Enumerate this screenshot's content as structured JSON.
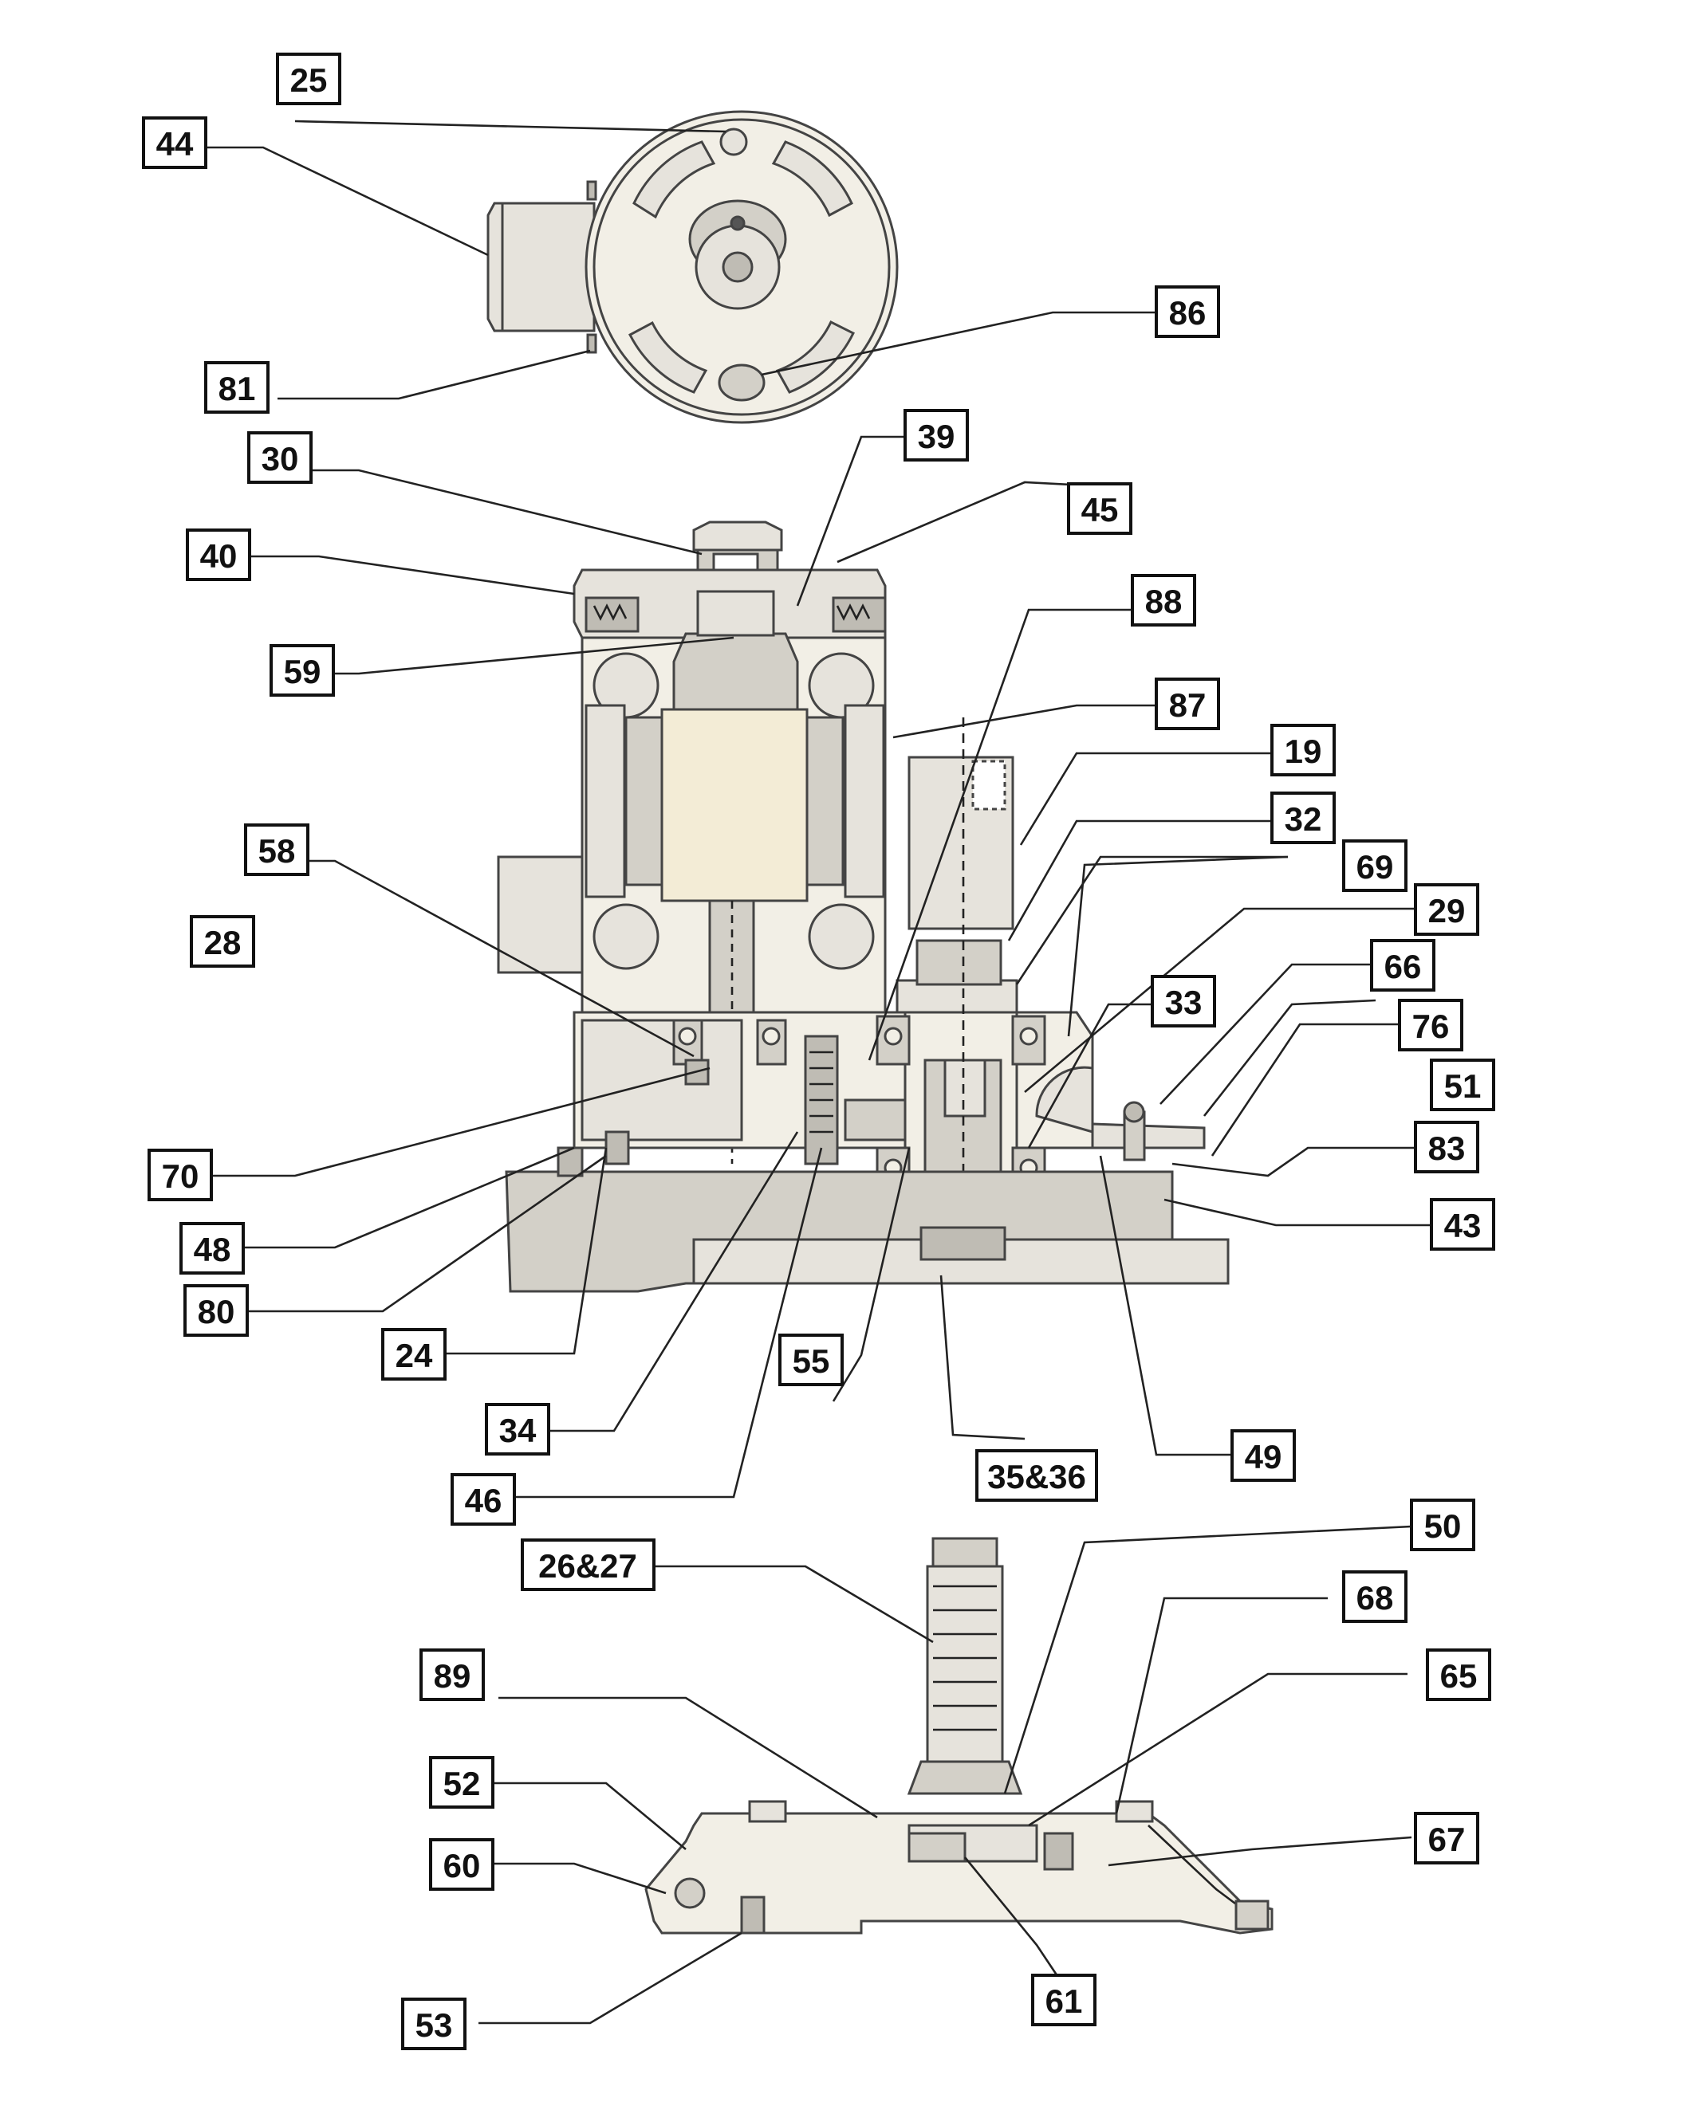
{
  "callouts": [
    {
      "id": "c25",
      "text": "25"
    },
    {
      "id": "c44",
      "text": "44"
    },
    {
      "id": "c86",
      "text": "86"
    },
    {
      "id": "c81",
      "text": "81"
    },
    {
      "id": "c39",
      "text": "39"
    },
    {
      "id": "c30",
      "text": "30"
    },
    {
      "id": "c45",
      "text": "45"
    },
    {
      "id": "c40",
      "text": "40"
    },
    {
      "id": "c88",
      "text": "88"
    },
    {
      "id": "c59",
      "text": "59"
    },
    {
      "id": "c87",
      "text": "87"
    },
    {
      "id": "c19",
      "text": "19"
    },
    {
      "id": "c32",
      "text": "32"
    },
    {
      "id": "c58",
      "text": "58"
    },
    {
      "id": "c69",
      "text": "69"
    },
    {
      "id": "c29",
      "text": "29"
    },
    {
      "id": "c28",
      "text": "28"
    },
    {
      "id": "c66",
      "text": "66"
    },
    {
      "id": "c33",
      "text": "33"
    },
    {
      "id": "c76",
      "text": "76"
    },
    {
      "id": "c51",
      "text": "51"
    },
    {
      "id": "c83",
      "text": "83"
    },
    {
      "id": "c70",
      "text": "70"
    },
    {
      "id": "c43",
      "text": "43"
    },
    {
      "id": "c48",
      "text": "48"
    },
    {
      "id": "c80",
      "text": "80"
    },
    {
      "id": "c24",
      "text": "24"
    },
    {
      "id": "c55",
      "text": "55"
    },
    {
      "id": "c34",
      "text": "34"
    },
    {
      "id": "c35",
      "text": "35&36"
    },
    {
      "id": "c49",
      "text": "49"
    },
    {
      "id": "c46",
      "text": "46"
    },
    {
      "id": "c50",
      "text": "50"
    },
    {
      "id": "c26",
      "text": "26&27"
    },
    {
      "id": "c68",
      "text": "68"
    },
    {
      "id": "c89",
      "text": "89"
    },
    {
      "id": "c65",
      "text": "65"
    },
    {
      "id": "c52",
      "text": "52"
    },
    {
      "id": "c67",
      "text": "67"
    },
    {
      "id": "c60",
      "text": "60"
    },
    {
      "id": "c61",
      "text": "61"
    },
    {
      "id": "c53",
      "text": "53"
    }
  ]
}
